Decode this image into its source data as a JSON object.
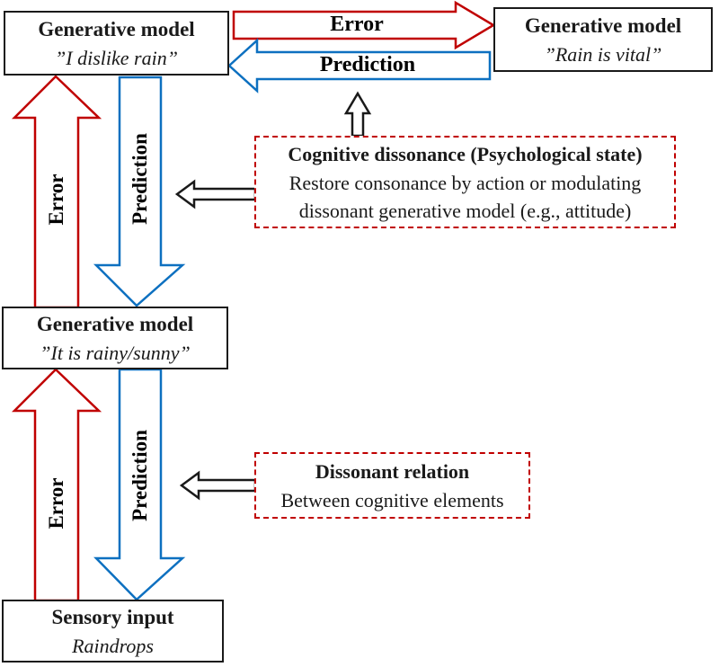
{
  "colors": {
    "red": "#c00000",
    "blue": "#0d70c0",
    "ink": "#1a1a1a"
  },
  "boxes": {
    "top_left": {
      "title": "Generative model",
      "subtitle": "”I dislike rain”"
    },
    "top_right": {
      "title": "Generative model",
      "subtitle": "”Rain is vital”"
    },
    "middle": {
      "title": "Generative model",
      "subtitle": "”It is rainy/sunny”"
    },
    "bottom": {
      "title": "Sensory input",
      "subtitle": "Raindrops"
    },
    "cognitive_dissonance": {
      "title": "Cognitive dissonance (Psychological state)",
      "line1": "Restore consonance by action or modulating",
      "line2": "dissonant generative model (e.g., attitude)"
    },
    "dissonant_relation": {
      "title": "Dissonant relation",
      "line1": "Between cognitive elements"
    }
  },
  "arrow_labels": {
    "error_top": "Error",
    "prediction_top": "Prediction",
    "error_upper": "Error",
    "prediction_upper": "Prediction",
    "error_lower": "Error",
    "prediction_lower": "Prediction"
  }
}
